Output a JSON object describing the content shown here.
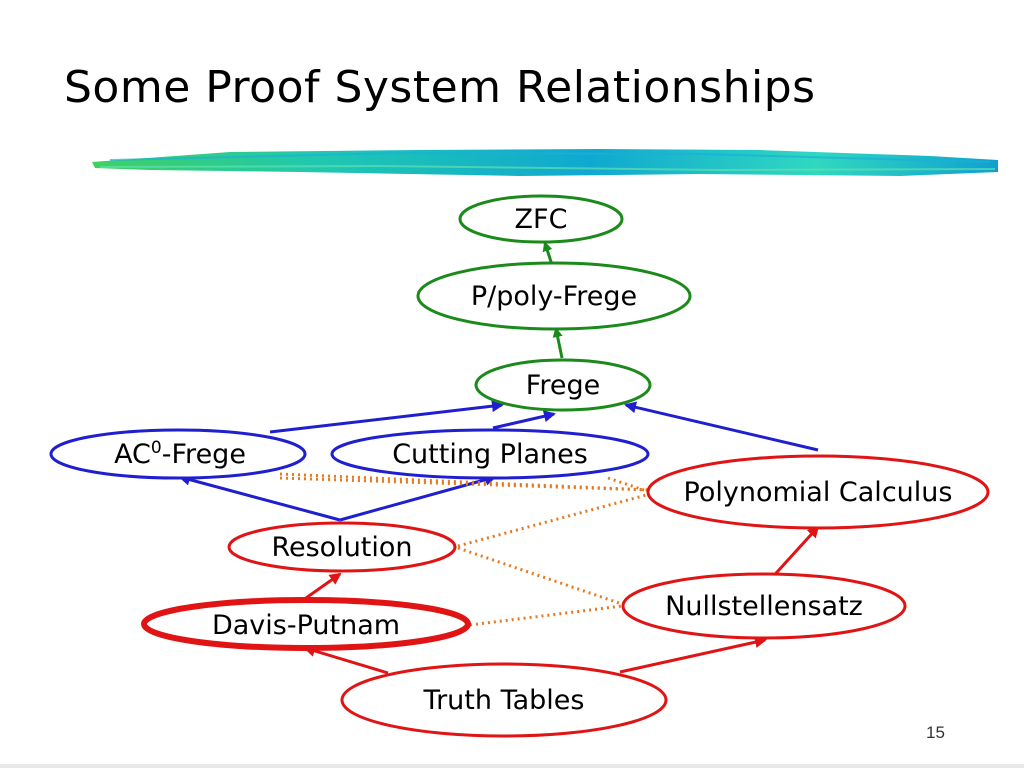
{
  "slide": {
    "title": "Some Proof System Relationships",
    "page_number": "15"
  },
  "colors": {
    "green": "#1a8a1a",
    "blue": "#1f1fcf",
    "red": "#e01414",
    "dotted": "#e8781e",
    "brush_dark": "#10a0c8",
    "brush_light": "#30e0c0"
  },
  "nodes": {
    "zfc": "ZFC",
    "ppoly_frege": "P/poly-Frege",
    "frege": "Frege",
    "ac0_frege_prefix": "AC",
    "ac0_frege_sup": "0",
    "ac0_frege_suffix": "-Frege",
    "cutting_planes": "Cutting Planes",
    "polynomial_calculus": "Polynomial Calculus",
    "resolution": "Resolution",
    "davis_putnam": "Davis-Putnam",
    "nullstellensatz": "Nullstellensatz",
    "truth_tables": "Truth Tables"
  }
}
